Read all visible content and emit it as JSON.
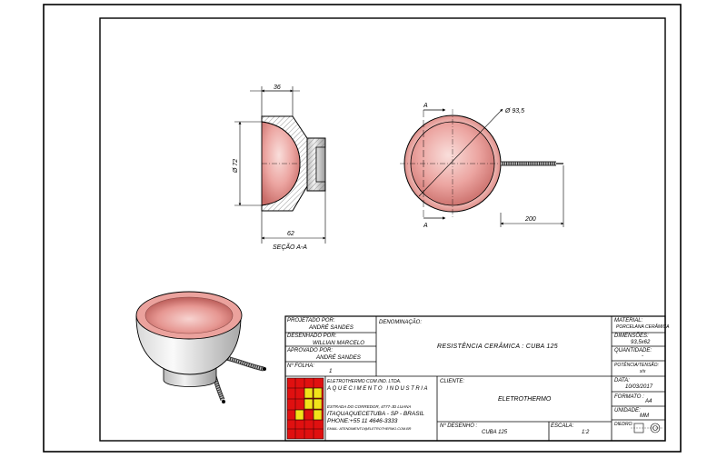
{
  "views": {
    "section": {
      "dim_top": "36",
      "dim_left": "Ø 72",
      "dim_bottom": "62",
      "caption": "SEÇÃO A-A"
    },
    "front": {
      "dim_diameter": "Ø 93,5",
      "dim_cable": "200",
      "section_mark_top": "A",
      "section_mark_bottom": "A"
    }
  },
  "title_block": {
    "projetado_label": "PROJETADO POR:",
    "projetado_value": "ANDRÉ SANDES",
    "desenhado_label": "DESENHADO POR:",
    "desenhado_value": "WILLIAN MARCELO",
    "aprovado_label": "APROVADO POR:",
    "aprovado_value": "ANDRÉ SANDES",
    "folha_label": "Nº FOLHA:",
    "folha_value": "1",
    "denominacao_label": "DENOMINAÇÃO:",
    "denominacao_value": "RESISTÊNCIA CERÂMICA : CUBA 125",
    "cliente_label": "CLIENTE:",
    "cliente_value": "ELETROTHERMO",
    "desenho_label": "Nº DESENHO :",
    "desenho_value": "CUBA 125",
    "escala_label": "ESCALA:",
    "escala_value": "1:2",
    "material_label": "MATERIAL:",
    "material_value": "PORCELANA CERÂMICA",
    "dimensoes_label": "DIMENSÕES:",
    "dimensoes_value": "93,5x62",
    "quantidade_label": "QUANTIDADE:",
    "quantidade_value": "-",
    "potencia_label": "POTÊNCIA/TENSÃO:",
    "potencia_value": "x/x",
    "data_label": "DATA:",
    "data_value": "10/03/2017",
    "formato_label": "FORMATO :",
    "formato_value": "A4",
    "unidade_label": "UNIDADE:",
    "unidade_value": "MM",
    "diedro_label": "DIEDRO:",
    "company": {
      "line1": "ELETROTHERMO COM.IND. LTDA.",
      "line2": "AQUECIMENTO INDUSTRIA",
      "line3": "ESTRADA DO CORREDOR, 4777-JD LUANA",
      "line4": "ITAQUAQUECETUBA - SP - BRASIL",
      "line5": "PHONE:+55 11 4646-3333",
      "line6": "EMAIL: ATENDIMENTO@ELETROTHERMO.COM.BR"
    }
  },
  "colors": {
    "ceramic_pink": "#e89a96",
    "ceramic_pink_light": "#f6cfcc",
    "ceramic_pink_dark": "#c96a66",
    "logo_red": "#e01010",
    "logo_yellow": "#f2e21a"
  }
}
